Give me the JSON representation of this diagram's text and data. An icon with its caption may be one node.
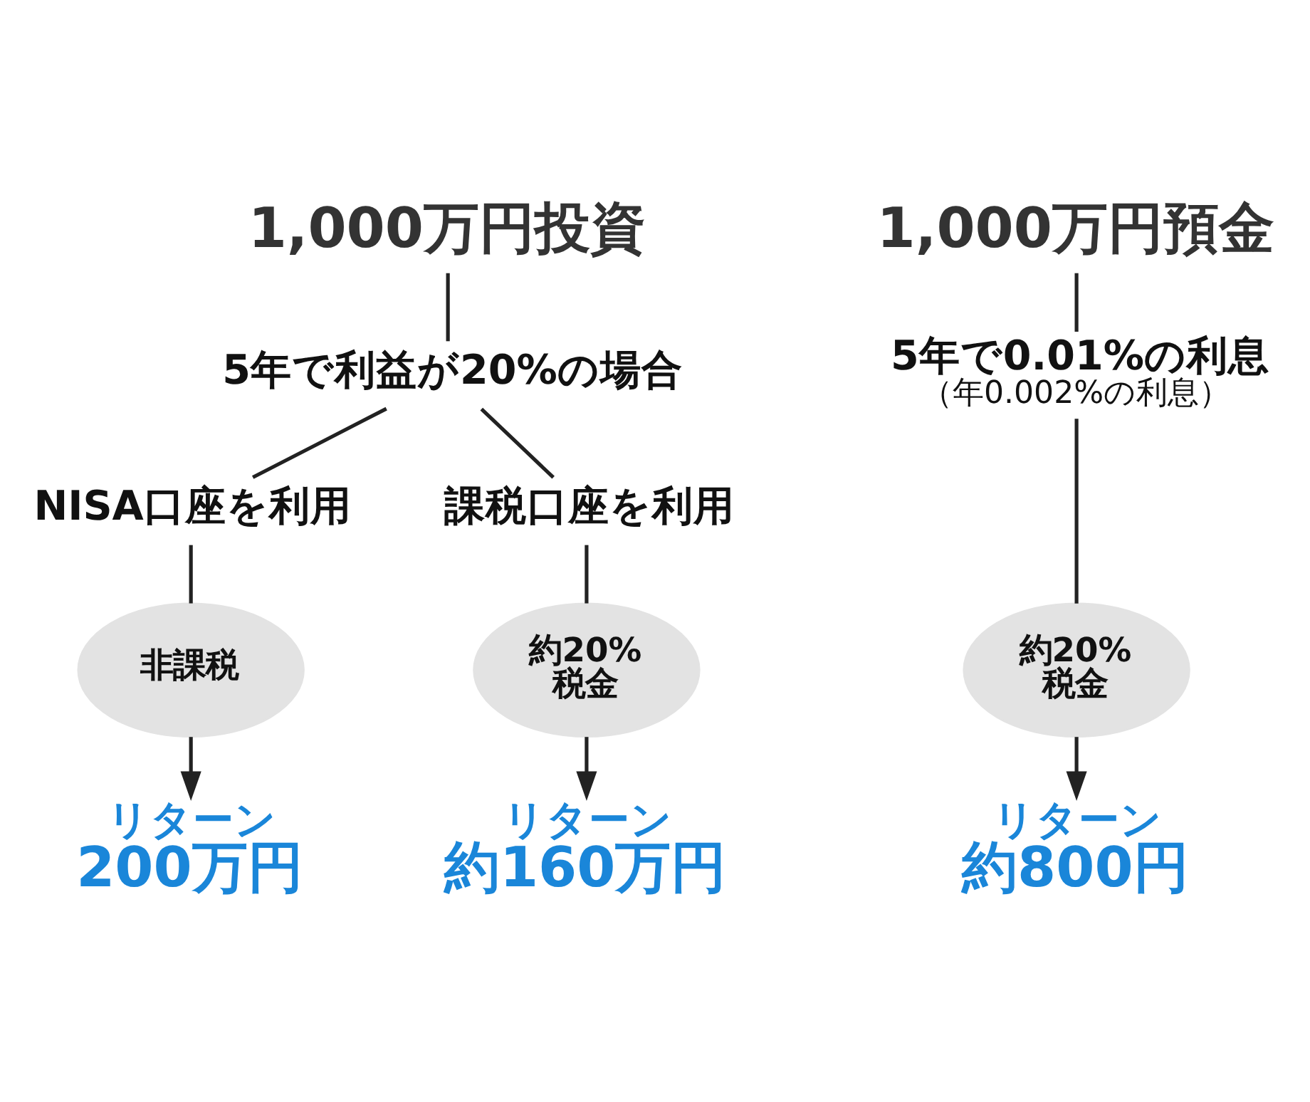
{
  "diagram": {
    "nodes": [
      {
        "text": [
          "1,000万円投資"
        ]
      },
      {
        "text": [
          "5年で利益が20%の場合"
        ]
      },
      {
        "text": [
          "NISA口座を利用"
        ]
      },
      {
        "text": [
          "課税口座を利用"
        ]
      },
      {
        "text": [
          "非課税"
        ]
      },
      {
        "text": [
          "約20% 税金"
        ]
      },
      {
        "text": [
          "リターン",
          "200万円"
        ]
      },
      {
        "text": [
          "リターン",
          "約160万円"
        ]
      },
      {
        "text": [
          "1,000万円預金"
        ]
      },
      {
        "text": [
          "5年で0.01%の利息",
          "（年0.002%の利息）"
        ]
      },
      {
        "text": [
          "約20% 税金"
        ]
      },
      {
        "text": [
          "リターン",
          "約800円"
        ]
      }
    ],
    "edges": [
      {
        "from": 0,
        "to": 1,
        "arrow": "none"
      },
      {
        "from": 1,
        "to": 2,
        "arrow": "none"
      },
      {
        "from": 1,
        "to": 3,
        "arrow": "none"
      },
      {
        "from": 2,
        "to": 4,
        "arrow": "none"
      },
      {
        "from": 3,
        "to": 5,
        "arrow": "none"
      },
      {
        "from": 4,
        "to": 6,
        "arrow": "to"
      },
      {
        "from": 5,
        "to": 7,
        "arrow": "to"
      },
      {
        "from": 8,
        "to": 9,
        "arrow": "none"
      },
      {
        "from": 9,
        "to": 10,
        "arrow": "none"
      },
      {
        "from": 10,
        "to": 11,
        "arrow": "to"
      }
    ]
  }
}
